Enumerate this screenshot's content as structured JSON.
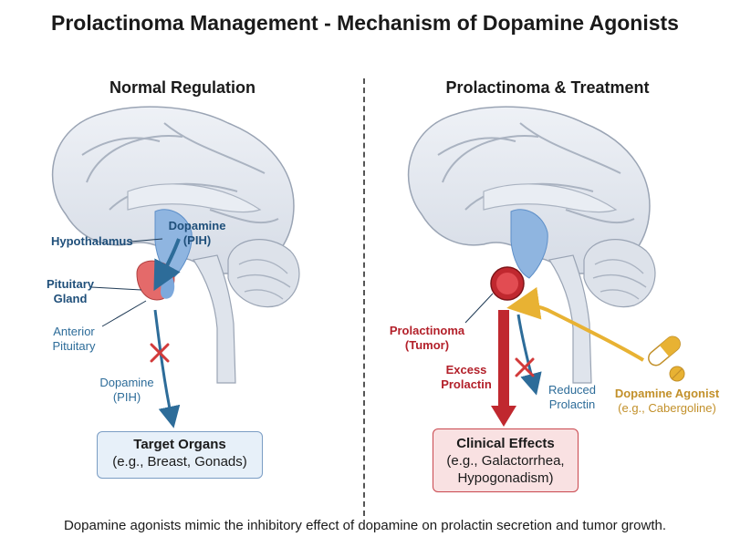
{
  "title": "Prolactinoma Management - Mechanism of Dopamine Agonists",
  "left": {
    "heading": "Normal Regulation",
    "dopamine_label_1": "Dopamine",
    "dopamine_label_2": "(PIH)",
    "hypothalamus": "Hypothalamus",
    "pituitary_1": "Pituitary",
    "pituitary_2": "Gland",
    "anterior_1": "Anterior",
    "anterior_2": "Pituitary",
    "dopamine_lower_1": "Dopamine",
    "dopamine_lower_2": "(PIH)",
    "box_title": "Target Organs",
    "box_sub": "(e.g., Breast, Gonads)"
  },
  "right": {
    "heading": "Prolactinoma & Treatment",
    "prolactinoma_1": "Prolactinoma",
    "prolactinoma_2": "(Tumor)",
    "excess_1": "Excess",
    "excess_2": "Prolactin",
    "reduced_1": "Reduced",
    "reduced_2": "Prolactin",
    "agonist_1": "Dopamine Agonist",
    "agonist_2": "(e.g., Cabergoline)",
    "box_title": "Clinical Effects",
    "box_sub_1": "(e.g., Galactorrhea,",
    "box_sub_2": "Hypogonadism)"
  },
  "caption": "Dopamine agonists mimic the inhibitory effect of dopamine on prolactin secretion and tumor growth.",
  "colors": {
    "dopamine_blue": "#2d6c99",
    "tumor_red": "#c0282f",
    "agonist_gold": "#e8b233",
    "inhibit_red": "#d23a3a"
  }
}
